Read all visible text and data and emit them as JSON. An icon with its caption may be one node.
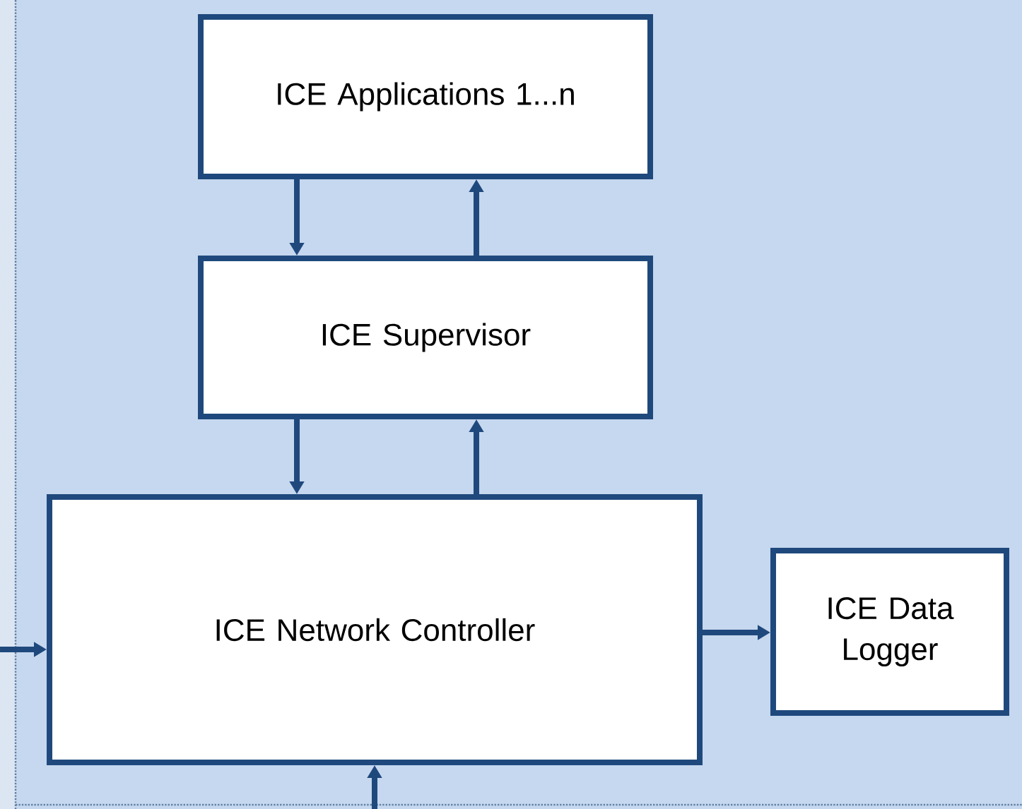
{
  "diagram": {
    "nodes": [
      {
        "text": [
          "ICE Applications 1...n"
        ]
      },
      {
        "text": [
          "ICE Supervisor"
        ]
      },
      {
        "text": [
          "ICE Network Controller"
        ]
      },
      {
        "text": [
          "ICE Data Logger"
        ]
      }
    ],
    "edges": [
      {
        "from": 0,
        "to": 1,
        "arrow": "to"
      },
      {
        "from": 1,
        "to": 0,
        "arrow": "to"
      },
      {
        "from": 1,
        "to": 2,
        "arrow": "to"
      },
      {
        "from": 2,
        "to": 1,
        "arrow": "to"
      },
      {
        "from": 2,
        "to": 3,
        "arrow": "to"
      },
      {
        "from": null,
        "to": 2,
        "arrow": "to"
      },
      {
        "from": null,
        "to": 2,
        "arrow": "to"
      }
    ]
  }
}
